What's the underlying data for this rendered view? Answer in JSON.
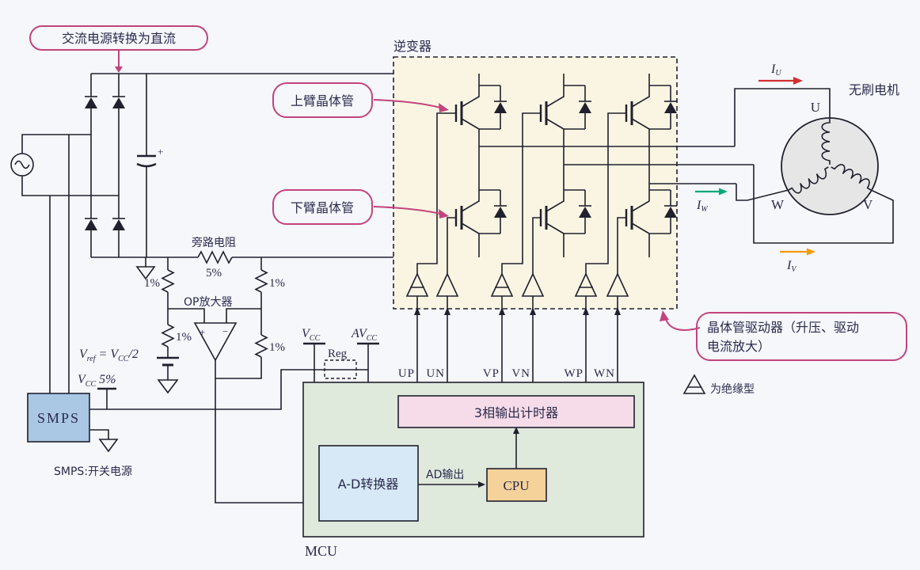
{
  "labels": {
    "callout_ac": "交流电源转换为直流",
    "callout_upper_arm": "上臂晶体管",
    "callout_lower_arm": "下臂晶体管",
    "callout_driver_line1": "晶体管驱动器（升压、驱动",
    "callout_driver_line2": "电流放大）",
    "inverter": "逆变器",
    "motor": "无刷电机",
    "iso_note": "为绝缘型",
    "shunt": "旁路电阻",
    "shunt_tol": "5%",
    "tol_1pct": "1%",
    "opamp": "OP放大器",
    "plus": "+",
    "minus": "−",
    "smps": "SMPS",
    "smps_note": "SMPS:开关电源",
    "mcu": "MCU",
    "timer": "3相输出计时器",
    "adc": "A-D转换器",
    "ad_out": "AD输出",
    "cpu": "CPU",
    "reg": "Reg"
  },
  "math": {
    "i": "I",
    "sub_u": "U",
    "sub_v": "V",
    "sub_w": "W",
    "v": "V",
    "av": "AV",
    "sub_cc": "CC",
    "sub_ref": "ref",
    "vref_mid": " = V",
    "vref_end": "/2",
    "vcc5_end": " 5%"
  },
  "phases": {
    "u": "U",
    "v": "V",
    "w": "W"
  },
  "signals": {
    "up": "UP",
    "un": "UN",
    "vp": "VP",
    "vn": "VN",
    "wp": "WP",
    "wn": "WN"
  },
  "colors": {
    "callout_pink": "#c2437d",
    "wire": "#20202e",
    "inverter_bg": "#faf5e2",
    "mcu_bg": "#dfe9dc",
    "timer_bg": "#f6dce8",
    "adc_bg": "#d7e9f6",
    "cpu_bg": "#f6d29b",
    "smps_bg": "#aac7e4",
    "motor_bg": "#e6e6e6",
    "current_u": "#d32f2f",
    "current_v": "#f59a00",
    "current_w": "#00a878"
  }
}
